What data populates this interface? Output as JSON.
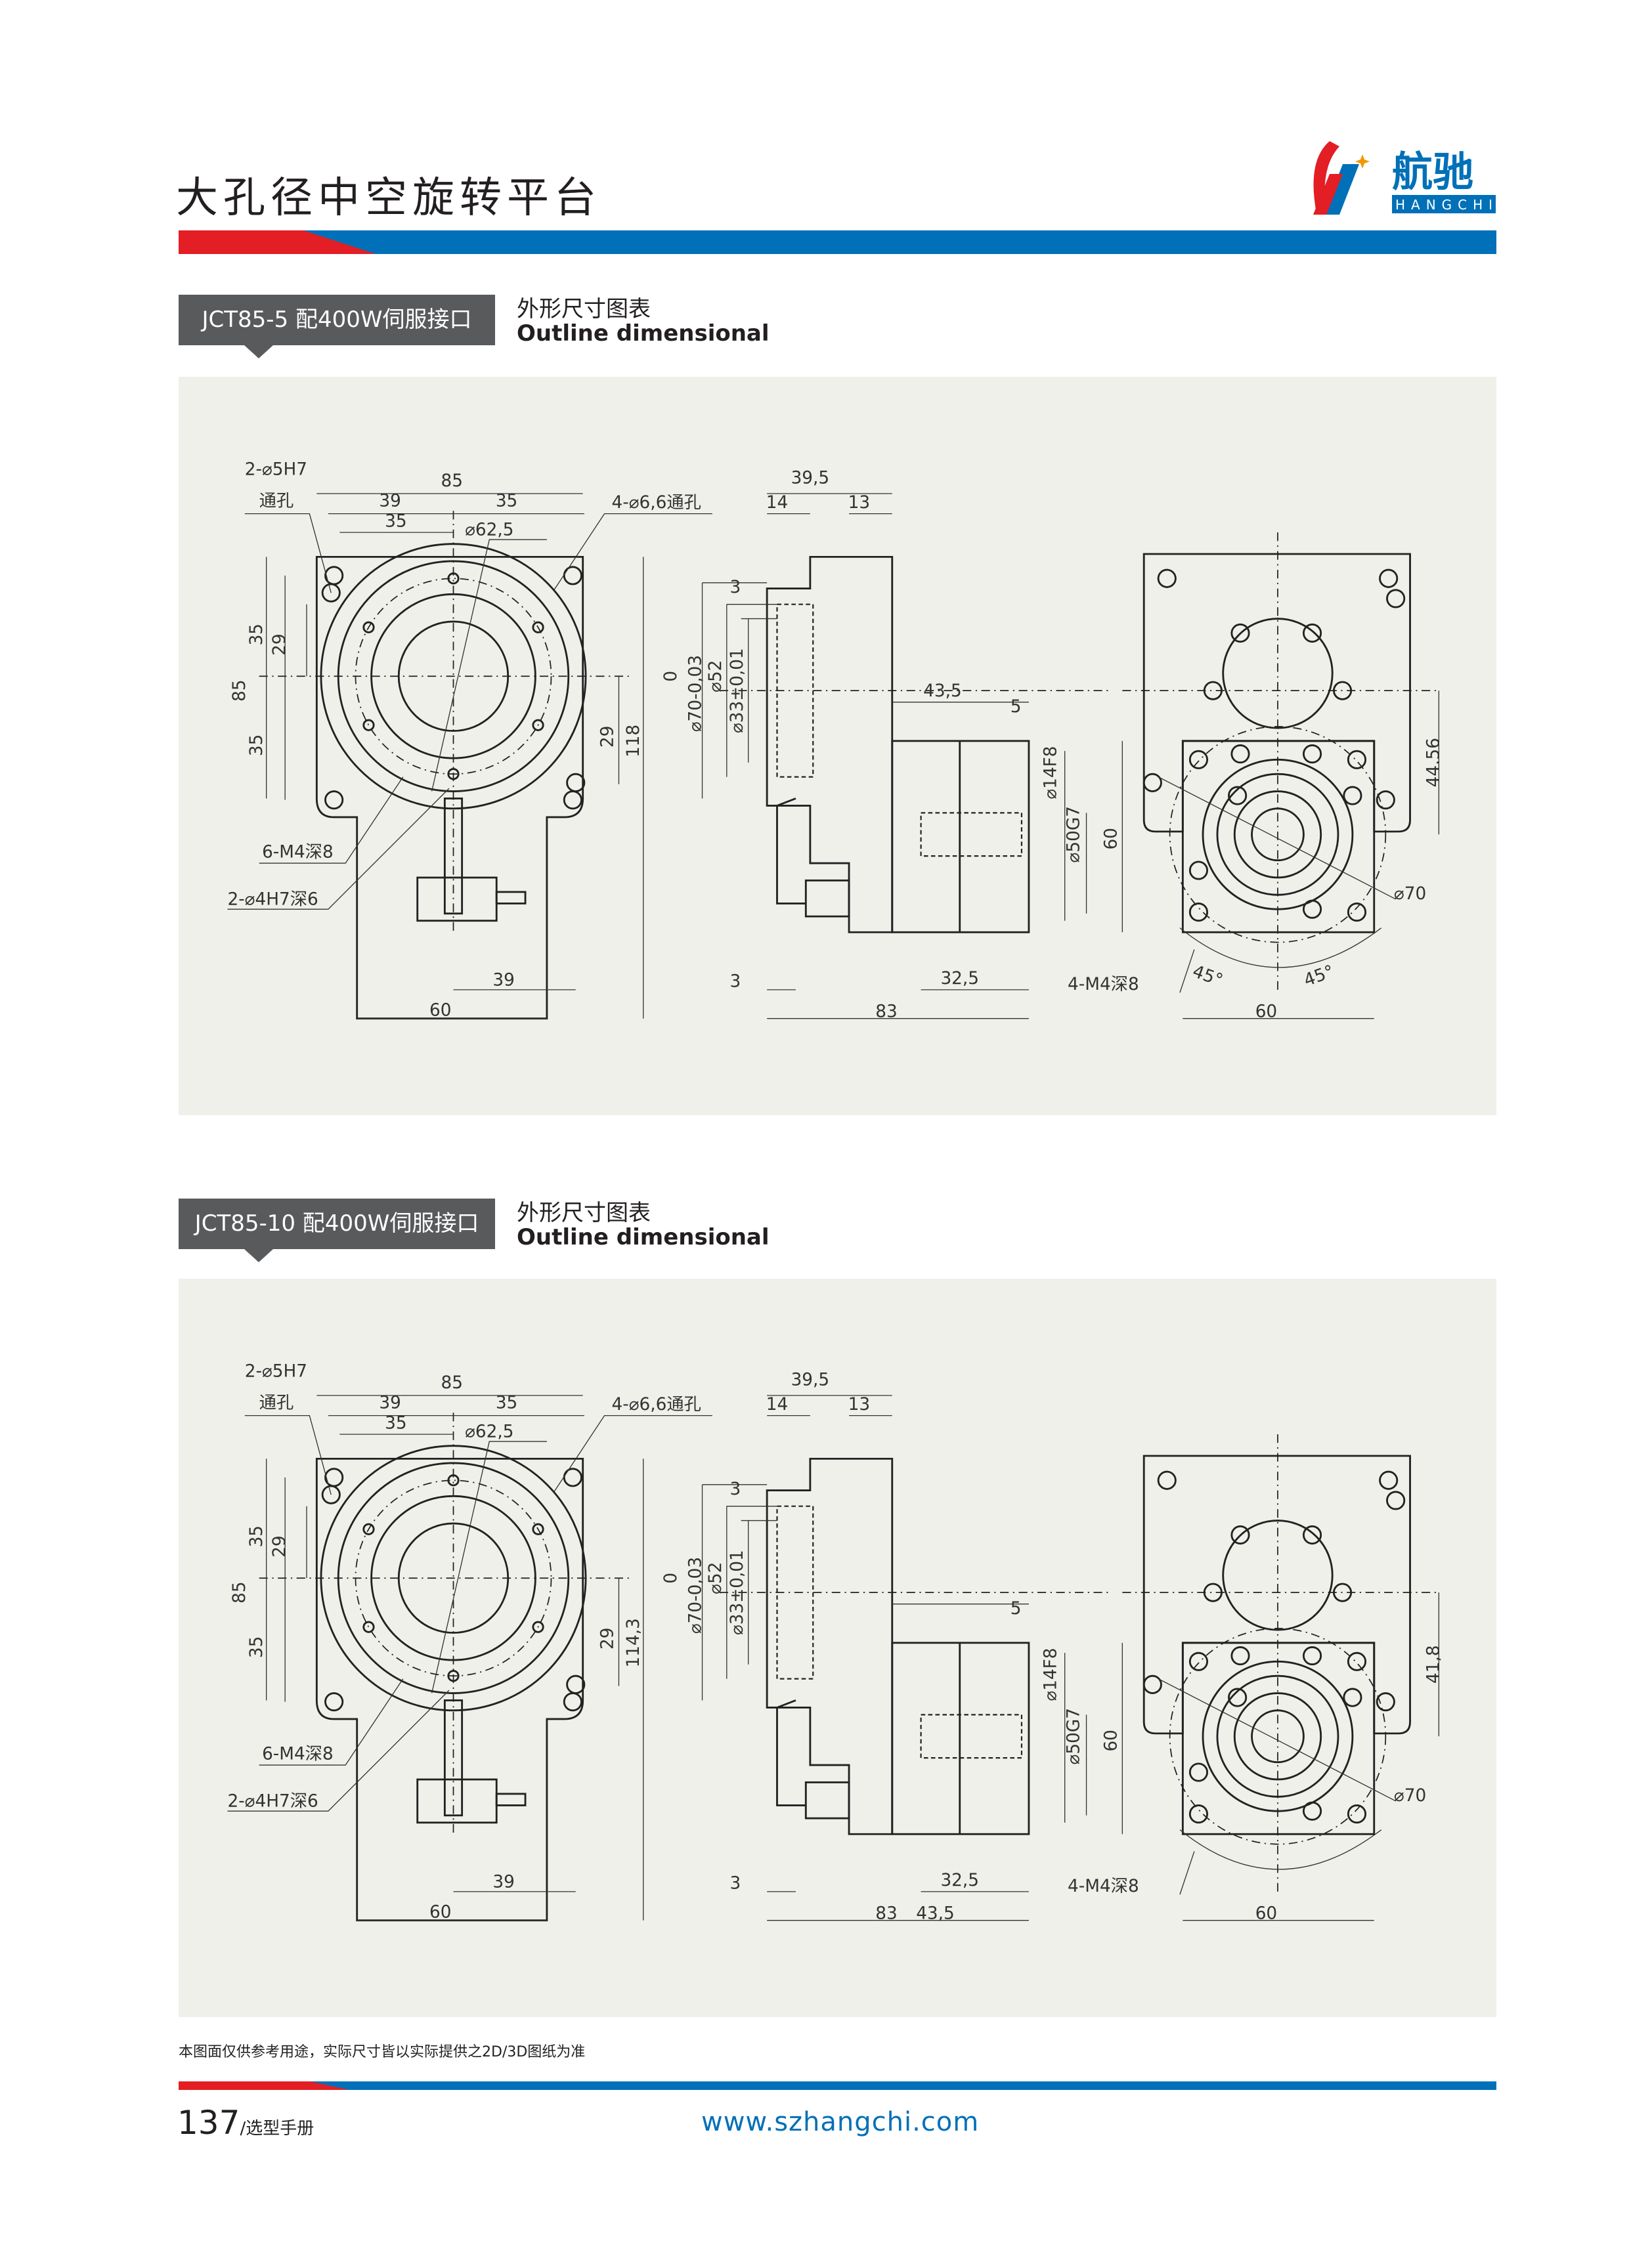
{
  "header": {
    "title": "大孔径中空旋转平台",
    "logo_cn": "航驰",
    "logo_en": "HANGCHI"
  },
  "colors": {
    "red": "#e31e24",
    "blue": "#0070b8",
    "label_bg": "#595a5c",
    "panel_bg": "#eff0ea"
  },
  "sections": [
    {
      "label": "JCT85-5 配400W伺服接口",
      "title_cn": "外形尺寸图表",
      "title_en": "Outline dimensional"
    },
    {
      "label": "JCT85-10 配400W伺服接口",
      "title_cn": "外形尺寸图表",
      "title_en": "Outline dimensional"
    }
  ],
  "drawings": [
    {
      "labels": {
        "hole5": "2-⌀5H7",
        "thru": "通孔",
        "w85": "85",
        "w39": "39",
        "w35a": "35",
        "w35b": "35",
        "d625": "⌀62,5",
        "h66": "4-⌀6,6通孔",
        "h85": "85",
        "h35a": "35",
        "h29a": "29",
        "h35b": "35",
        "h29b": "29",
        "h118": "118",
        "m4": "6-M4深8",
        "h4": "2-⌀4H7深6",
        "b39": "39",
        "b60": "60",
        "s395": "39,5",
        "s14": "14",
        "s13": "13",
        "s3": "3",
        "s0": "0",
        "s70": "⌀70-0,03",
        "s52": "⌀52",
        "s33": "⌀33±0,01",
        "s435": "43,5",
        "s5": "5",
        "s14f8": "⌀14F8",
        "s50": "⌀50G7",
        "s3b": "3",
        "s325": "32,5",
        "s83": "83",
        "r60v": "60",
        "rh": "44.56",
        "r70": "⌀70",
        "rm4": "4-M4深8",
        "r45a": "45°",
        "r45b": "45°",
        "r60": "60"
      }
    },
    {
      "labels": {
        "hole5": "2-⌀5H7",
        "thru": "通孔",
        "w85": "85",
        "w39": "39",
        "w35a": "35",
        "w35b": "35",
        "d625": "⌀62,5",
        "h66": "4-⌀6,6通孔",
        "h85": "85",
        "h35a": "35",
        "h29a": "29",
        "h35b": "35",
        "h29b": "29",
        "h118": "114,3",
        "m4": "6-M4深8",
        "h4": "2-⌀4H7深6",
        "b39": "39",
        "b60": "60",
        "s395": "39,5",
        "s14": "14",
        "s13": "13",
        "s3": "3",
        "s0": "0",
        "s70": "⌀70-0,03",
        "s52": "⌀52",
        "s33": "⌀33±0,01",
        "s435": "43,5",
        "s5": "5",
        "s14f8": "⌀14F8",
        "s50": "⌀50G7",
        "s3b": "3",
        "s325": "32,5",
        "s83": "83",
        "r60v": "60",
        "rh": "41,8",
        "r70": "⌀70",
        "rm4": "4-M4深8",
        "r60": "60"
      }
    }
  ],
  "footer": {
    "note": "本图面仅供参考用途，实际尺寸皆以实际提供之2D/3D图纸为准",
    "page_number": "137",
    "page_suffix": "/选型手册",
    "url": "www.szhangchi.com"
  }
}
